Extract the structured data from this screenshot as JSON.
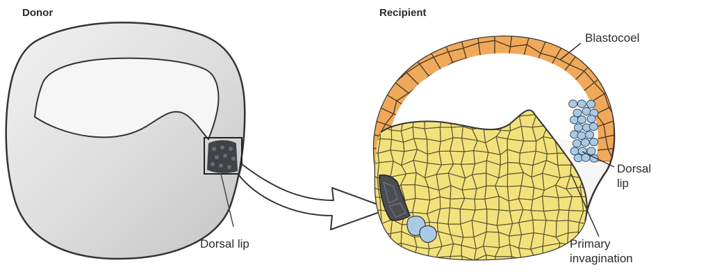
{
  "panels": {
    "donor": {
      "title": "Donor"
    },
    "recipient": {
      "title": "Recipient"
    }
  },
  "labels": {
    "donor_dorsal_lip": "Dorsal lip",
    "blastocoel": "Blastocoel",
    "recipient_dorsal_lip_line1": "Dorsal",
    "recipient_dorsal_lip_line2": "lip",
    "primary_invagination_line1": "Primary",
    "primary_invagination_line2": "invagination"
  },
  "colors": {
    "donor_fill": "#d8d8d8",
    "donor_inner": "#ededed",
    "donor_lip_tissue": "#3f4347",
    "roof_cells": "#f0a95b",
    "yolk_cells": "#f3e27c",
    "dorsal_lip_cells": "#a9cbe8",
    "grafted_cells": "#4a4d52",
    "outline": "#333333"
  }
}
